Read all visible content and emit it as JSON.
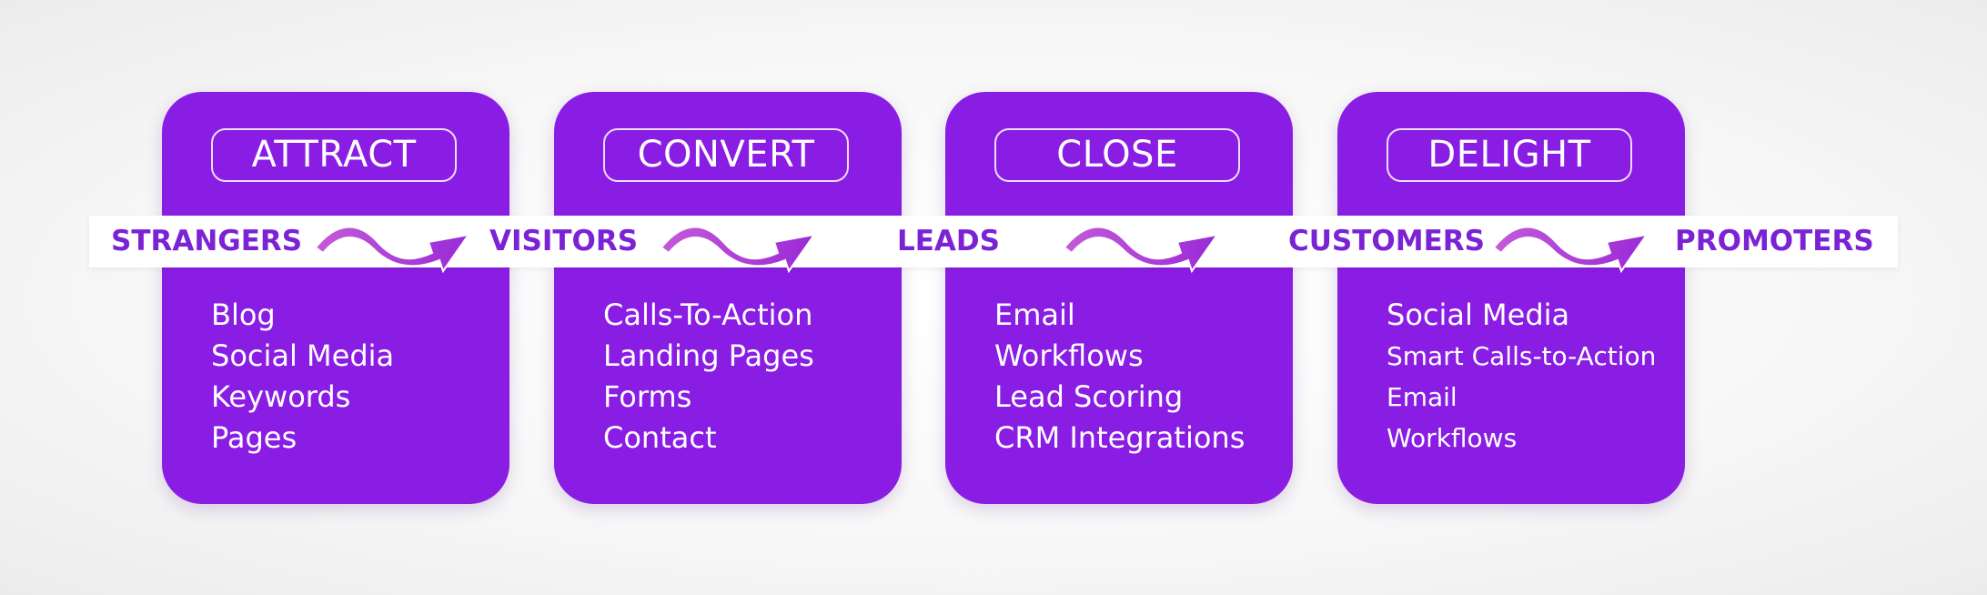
{
  "stages": [
    {
      "title": "ATTRACT",
      "items": [
        "Blog",
        "Social Media",
        "Keywords",
        "Pages"
      ]
    },
    {
      "title": "CONVERT",
      "items": [
        "Calls-To-Action",
        "Landing Pages",
        "Forms",
        "Contact"
      ]
    },
    {
      "title": "CLOSE",
      "items": [
        "Email",
        "Workflows",
        "Lead Scoring",
        "CRM Integrations"
      ]
    },
    {
      "title": "DELIGHT",
      "items": [
        "Social Media",
        "Smart Calls-to-Action",
        "Email",
        "Workflows"
      ]
    }
  ],
  "flow": [
    "STRANGERS",
    "VISITORS",
    "LEADS",
    "CUSTOMERS",
    "PROMOTERS"
  ],
  "colors": {
    "card": "#8a1de3",
    "label": "#7b23d4",
    "arrow_start": "#c45ad8",
    "arrow_end": "#9a2ad8"
  },
  "icons": [
    "curved-arrow-icon"
  ]
}
